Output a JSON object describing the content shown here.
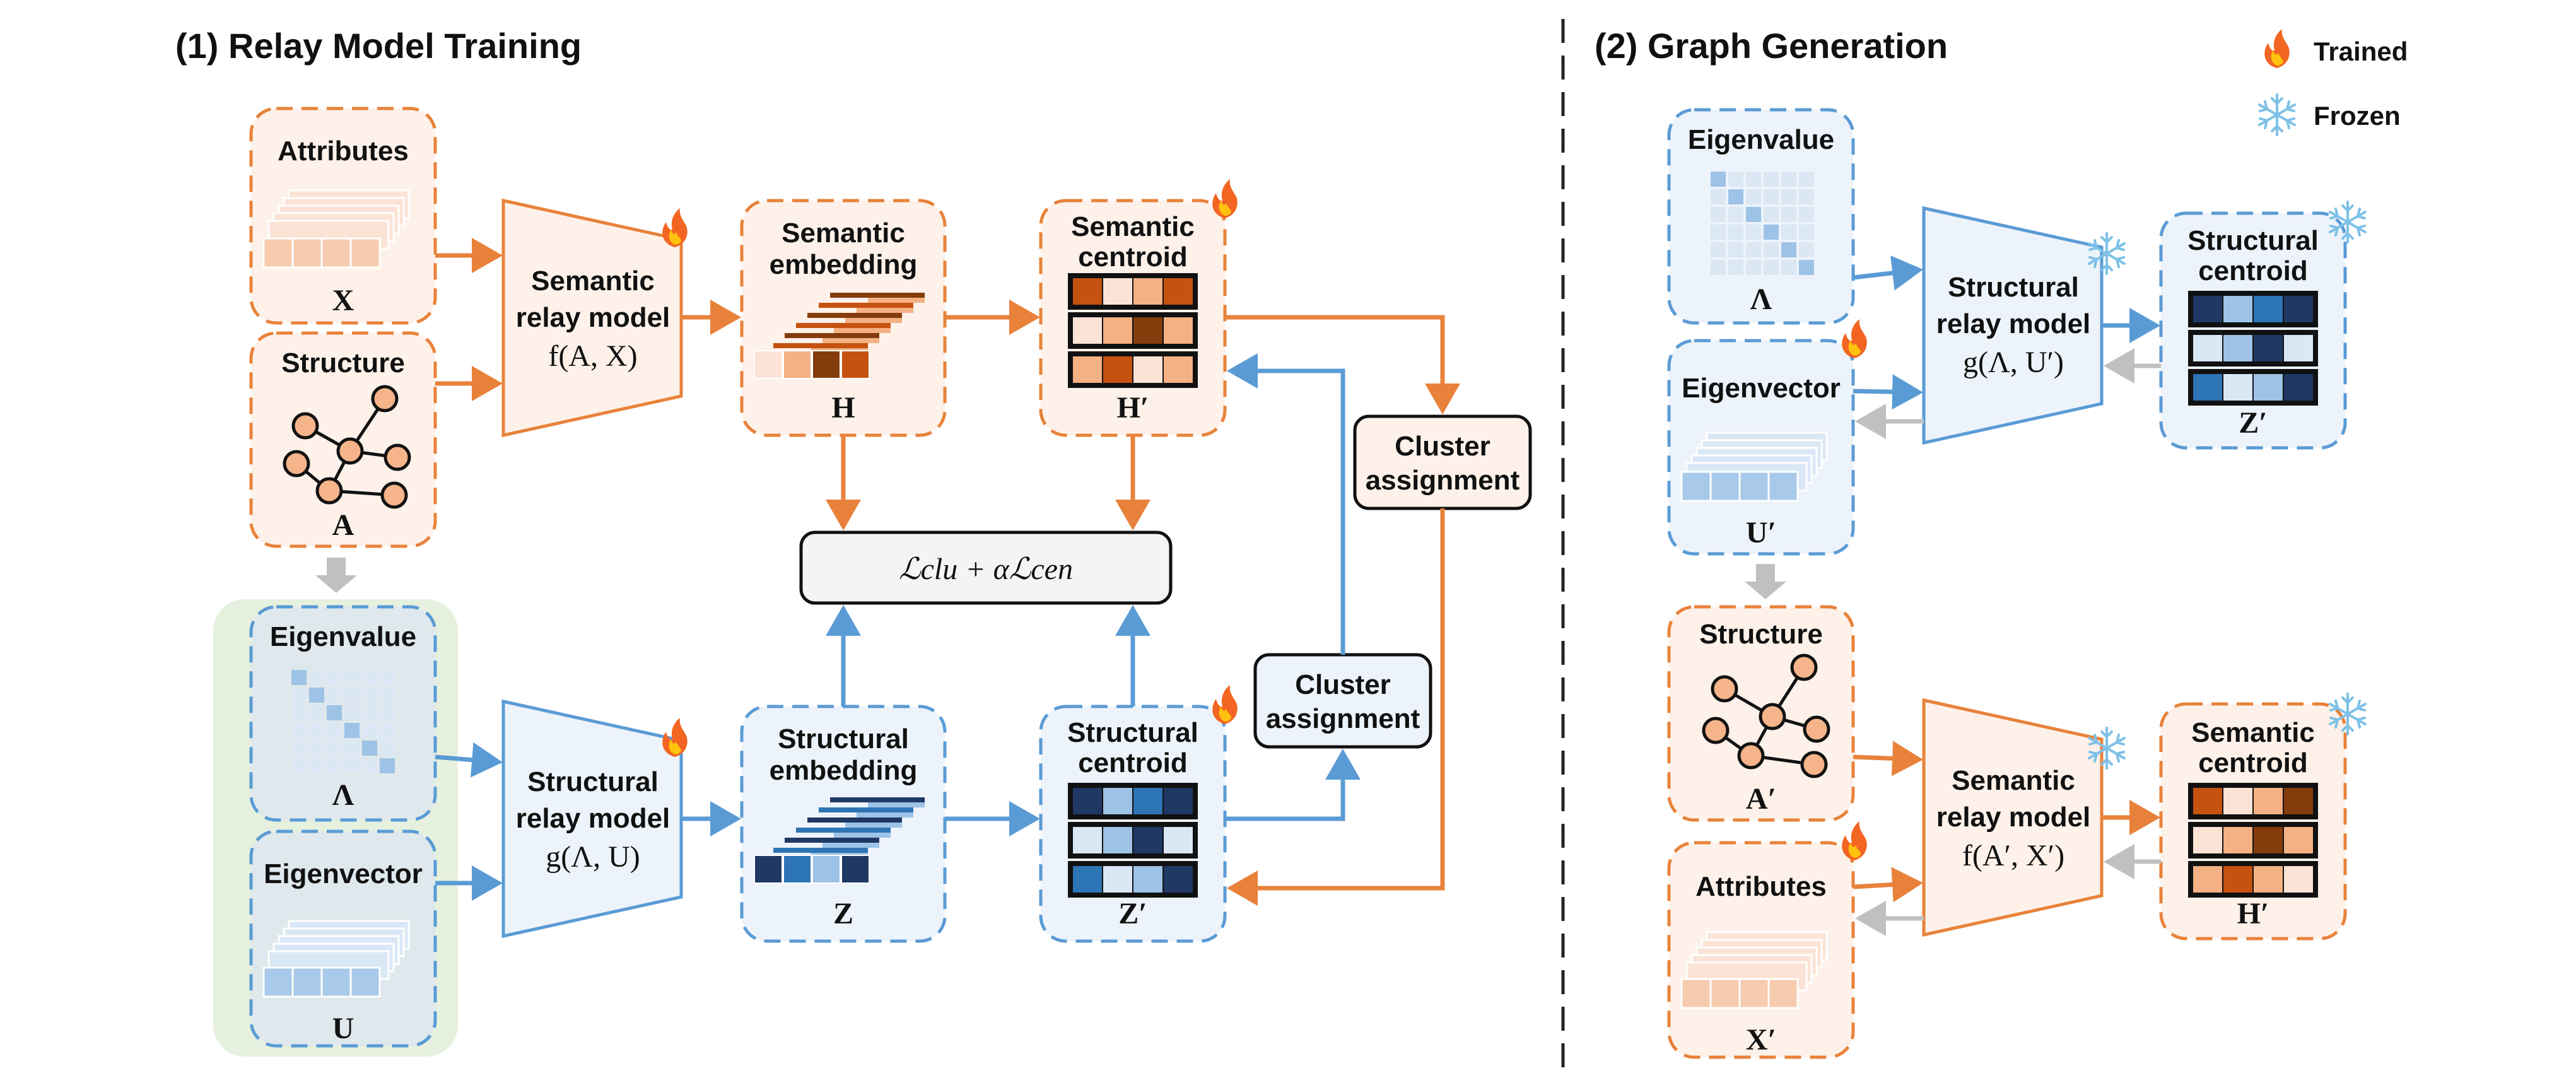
{
  "sections": {
    "left_title": "(1) Relay Model Training",
    "right_title": "(2) Graph Generation"
  },
  "legend": {
    "trained": "Trained",
    "frozen": "Frozen",
    "trained_icon": "fire-icon",
    "frozen_icon": "snowflake-icon"
  },
  "left": {
    "attributes": {
      "label": "Attributes",
      "symbol": "X"
    },
    "structure": {
      "label": "Structure",
      "symbol": "A"
    },
    "eigenvalue": {
      "label": "Eigenvalue",
      "symbol": "Λ"
    },
    "eigenvector": {
      "label": "Eigenvector",
      "symbol": "U"
    },
    "semantic_model": {
      "line1": "Semantic",
      "line2": "relay model",
      "formula": "f(A, X)"
    },
    "structural_model": {
      "line1": "Structural",
      "line2": "relay model",
      "formula": "g(Λ, U)"
    },
    "semantic_embedding": {
      "line1": "Semantic",
      "line2": "embedding",
      "symbol": "H"
    },
    "structural_embedding": {
      "line1": "Structural",
      "line2": "embedding",
      "symbol": "Z"
    },
    "semantic_centroid": {
      "line1": "Semantic",
      "line2": "centroid",
      "symbol": "H′"
    },
    "structural_centroid": {
      "line1": "Structural",
      "line2": "centroid",
      "symbol": "Z′"
    },
    "loss": "ℒclu + αℒcen",
    "cluster_top": {
      "line1": "Cluster",
      "line2": "assignment"
    },
    "cluster_bottom": {
      "line1": "Cluster",
      "line2": "assignment"
    }
  },
  "right": {
    "eigenvalue": {
      "label": "Eigenvalue",
      "symbol": "Λ"
    },
    "eigenvector": {
      "label": "Eigenvector",
      "symbol": "U′"
    },
    "structural_model": {
      "line1": "Structural",
      "line2": "relay model",
      "formula": "g(Λ, U′)"
    },
    "structural_centroid": {
      "line1": "Structural",
      "line2": "centroid",
      "symbol": "Z′"
    },
    "structure": {
      "label": "Structure",
      "symbol": "A′"
    },
    "attributes": {
      "label": "Attributes",
      "symbol": "X′"
    },
    "semantic_model": {
      "line1": "Semantic",
      "line2": "relay model",
      "formula": "f(A′, X′)"
    },
    "semantic_centroid": {
      "line1": "Semantic",
      "line2": "centroid",
      "symbol": "H′"
    }
  },
  "colors": {
    "orange": "#e8823a",
    "orange_fill": "#fdf1e9",
    "blue": "#5a9bd5",
    "blue_fill": "#edf3fa",
    "green_panel": "#e6f0de",
    "gray_arrow": "#c0c0c0"
  }
}
